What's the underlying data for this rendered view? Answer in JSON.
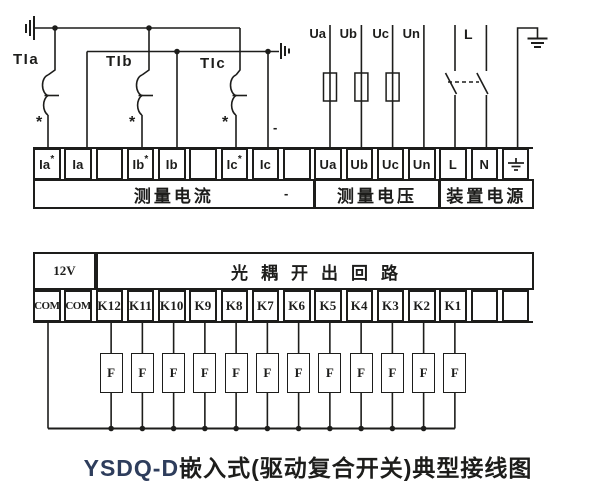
{
  "colors": {
    "ink": "#1d1d1b",
    "title_accent": "#2e3d5c",
    "background": "#ffffff"
  },
  "ct_section": {
    "transformers": [
      {
        "name": "TIa"
      },
      {
        "name": "TIb"
      },
      {
        "name": "TIc"
      }
    ],
    "polarity_mark": "*",
    "minus_marks": [
      "-",
      "-"
    ]
  },
  "voltage_section": {
    "phase_labels": [
      "Ua",
      "Ub",
      "Uc",
      "Un"
    ],
    "line_label": "L"
  },
  "top_strip": {
    "terminals": [
      {
        "label": "Ia",
        "star": true
      },
      {
        "label": "Ia"
      },
      {
        "label": ""
      },
      {
        "label": "Ib",
        "star": true
      },
      {
        "label": "Ib"
      },
      {
        "label": ""
      },
      {
        "label": "Ic",
        "star": true
      },
      {
        "label": "Ic"
      },
      {
        "label": ""
      },
      {
        "label": "Ua"
      },
      {
        "label": "Ub"
      },
      {
        "label": "Uc"
      },
      {
        "label": "Un"
      },
      {
        "label": "L"
      },
      {
        "label": "N"
      },
      {
        "label": "",
        "earth": true
      }
    ],
    "groups": [
      {
        "label": "测量电流",
        "span": 9
      },
      {
        "label": "测量电压",
        "span": 4
      },
      {
        "label": "装置电源",
        "span": 3
      }
    ]
  },
  "bottom_strip": {
    "header": [
      {
        "label": "12V",
        "span": 2
      },
      {
        "label": "光耦开出回路",
        "span": 14,
        "spaced": true
      }
    ],
    "terminals": [
      "COM",
      "COM",
      "K12",
      "K11",
      "K10",
      "K9",
      "K8",
      "K7",
      "K6",
      "K5",
      "K4",
      "K3",
      "K2",
      "K1",
      "",
      ""
    ],
    "load_box_label": "F",
    "load_box_count": 12
  },
  "title": {
    "model": "YSDQ-D",
    "rest": "嵌入式(驱动复合开关)典型接线图"
  }
}
